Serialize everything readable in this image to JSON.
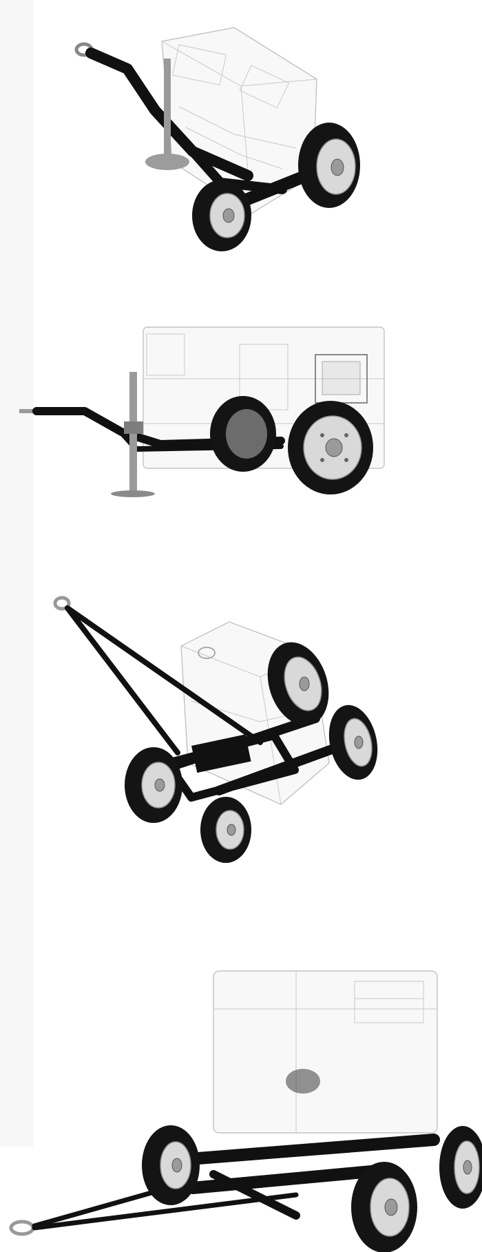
{
  "page": {
    "background": "#ffffff",
    "side_strip_color": "#f6f6f6"
  },
  "renders": [
    {
      "name": "trailer-two-wheel-angled-view",
      "frame_color": "#111111",
      "enclosure": "transparent-wireframe"
    },
    {
      "name": "trailer-two-wheel-side-view",
      "frame_color": "#111111",
      "enclosure": "transparent-wireframe"
    },
    {
      "name": "trailer-four-wheel-tilted-view",
      "frame_color": "#111111",
      "enclosure": "transparent-wireframe"
    },
    {
      "name": "trailer-four-wheel-front-view",
      "frame_color": "#111111",
      "enclosure": "transparent-wireframe"
    }
  ]
}
